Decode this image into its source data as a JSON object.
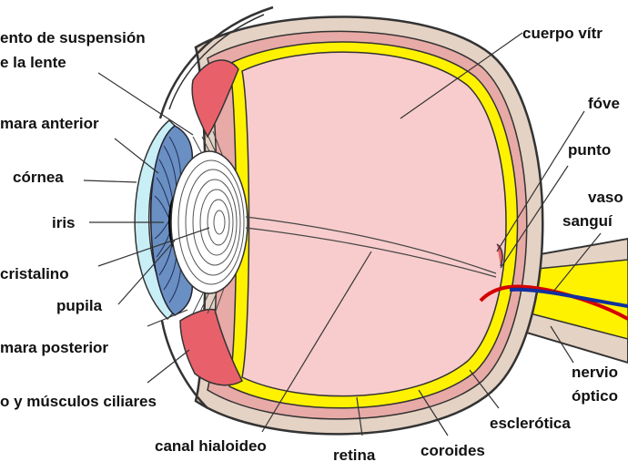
{
  "labels": {
    "suspension_1": "ento de suspensión",
    "suspension_2": "e la lente",
    "anterior_chamber": "mara anterior",
    "cornea": "córnea",
    "iris": "iris",
    "lens": "cristalino",
    "pupil": "pupila",
    "posterior_chamber": "mara posterior",
    "ciliary": "o y músculos ciliares",
    "hyaloid_canal": "canal hialoideo",
    "retina": "retina",
    "choroid": "coroides",
    "sclera": "esclerótica",
    "vitreous": "cuerpo vítr",
    "fovea": "fóve",
    "blind_spot": "punto",
    "vessels_1": "vaso",
    "vessels_2": "sanguí",
    "optic_nerve_1": "nervio",
    "optic_nerve_2": "óptico"
  },
  "colors": {
    "sclera": "#e4d2c4",
    "choroid": "#e8aaa6",
    "retina": "#fff200",
    "vitreous": "#f8cccc",
    "iris": "#6a8fc2",
    "cornea": "#c8eef6",
    "lens": "#ffffff",
    "ciliary": "#e8616a",
    "artery": "#d40000",
    "vein": "#1030a0"
  }
}
